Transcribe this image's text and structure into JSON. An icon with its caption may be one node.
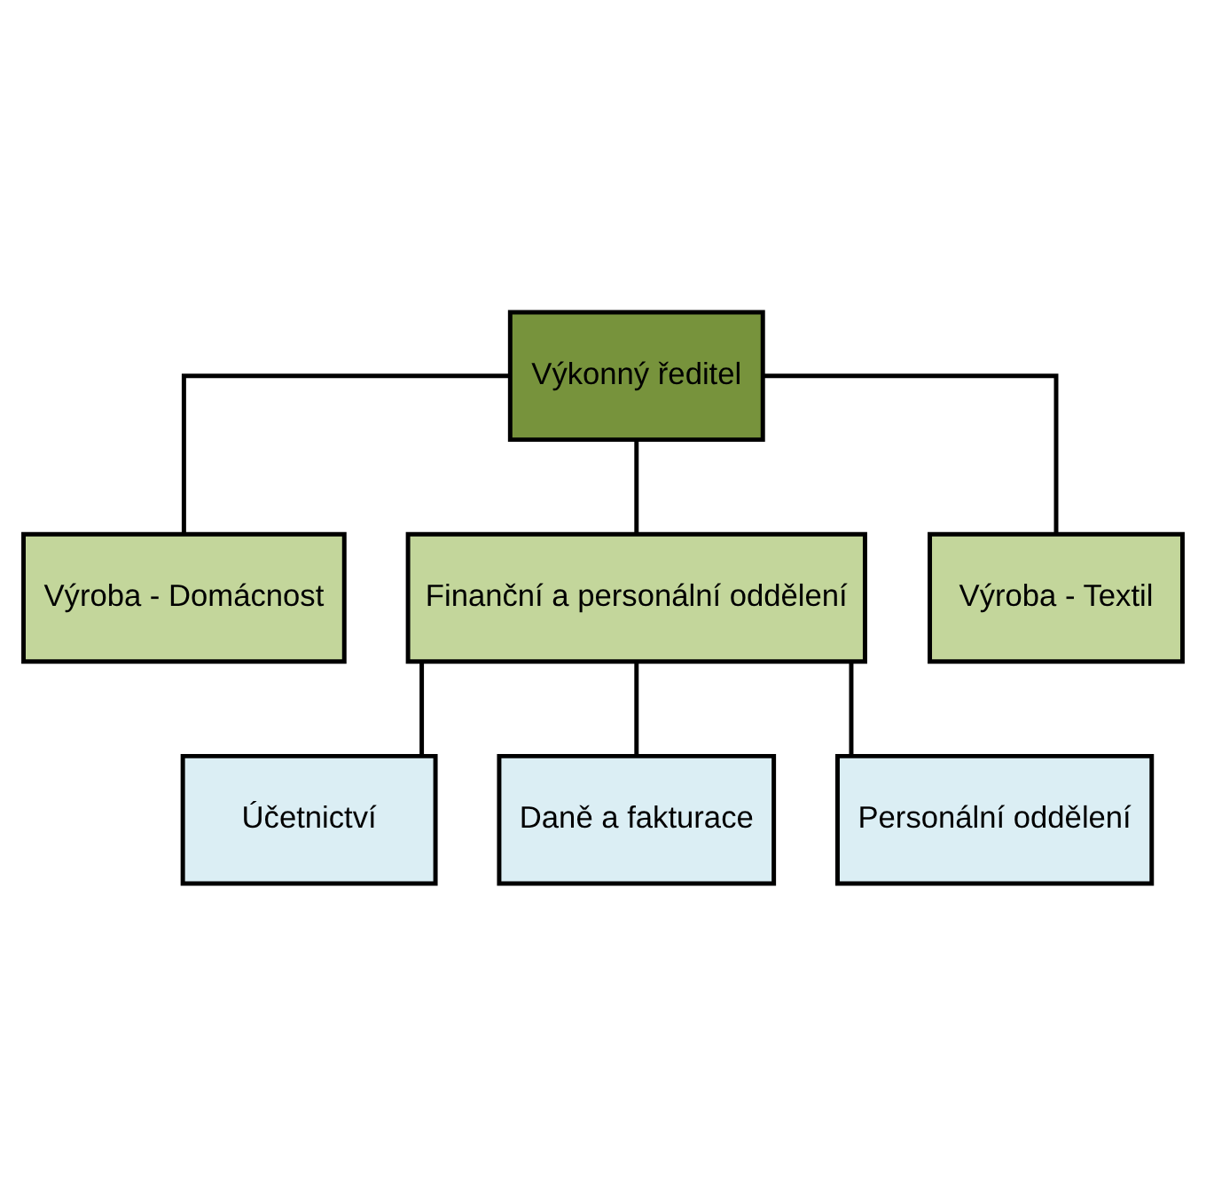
{
  "diagram": {
    "nodes": [
      {
        "text": [
          "Výkonný ředitel"
        ]
      },
      {
        "text": [
          "Výroba - Domácnost"
        ]
      },
      {
        "text": [
          "Finanční a personální oddělení"
        ]
      },
      {
        "text": [
          "Výroba - Textil"
        ]
      },
      {
        "text": [
          "Účetnictví"
        ]
      },
      {
        "text": [
          "Daně a fakturace"
        ]
      },
      {
        "text": [
          "Personální oddělení"
        ]
      }
    ],
    "edges": [
      {
        "from": 0,
        "to": 1,
        "arrow": "none"
      },
      {
        "from": 0,
        "to": 2,
        "arrow": "none"
      },
      {
        "from": 0,
        "to": 3,
        "arrow": "none"
      },
      {
        "from": 2,
        "to": 4,
        "arrow": "none"
      },
      {
        "from": 2,
        "to": 5,
        "arrow": "none"
      },
      {
        "from": 2,
        "to": 6,
        "arrow": "none"
      }
    ]
  }
}
